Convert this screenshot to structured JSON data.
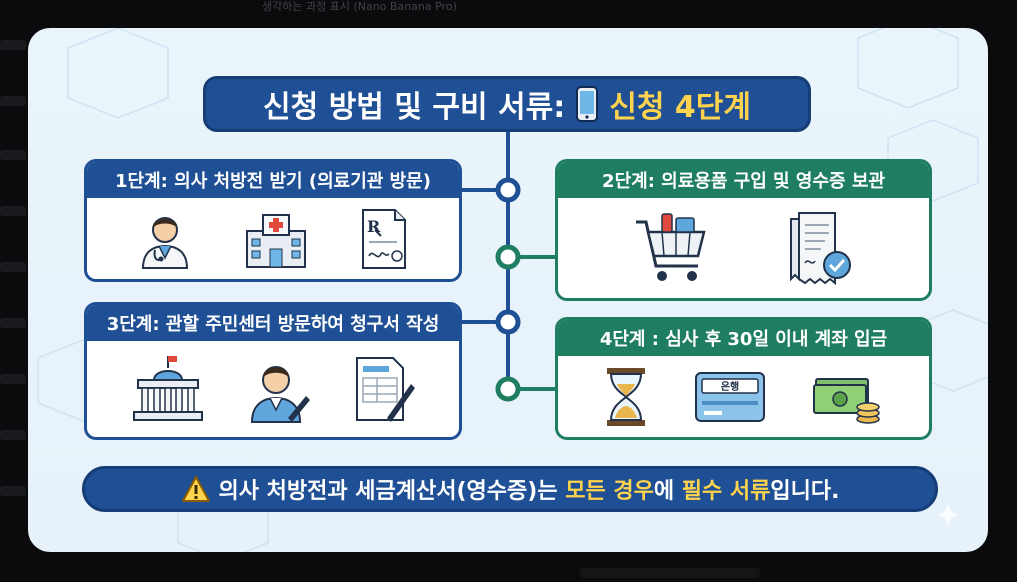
{
  "background": {
    "top_title": "생각하는 과정 표시 (Nano Banana Pro)"
  },
  "title": {
    "main": "신청 방법 및 구비 서류:",
    "accent": "신청 4단계",
    "icon": "smartphone-icon"
  },
  "steps": [
    {
      "label": "1단계: 의사 처방전 받기 (의료기관 방문)",
      "icons": [
        "doctor-icon",
        "hospital-icon",
        "prescription-icon"
      ],
      "color": "#1f4f94"
    },
    {
      "label": "2단계: 의료용품 구입 및 영수증 보관",
      "icons": [
        "shopping-cart-icon",
        "receipt-check-icon"
      ],
      "color": "#1f7e62"
    },
    {
      "label": "3단계: 관할 주민센터 방문하여 청구서 작성",
      "icons": [
        "government-building-icon",
        "official-writing-icon",
        "form-document-icon"
      ],
      "color": "#1f4f94"
    },
    {
      "label": "4단계 : 심사 후 30일 이내 계좌 입금",
      "icons": [
        "hourglass-icon",
        "bank-card-icon",
        "cash-coins-icon"
      ],
      "color": "#1f7e62",
      "bank_text": "은행"
    }
  ],
  "notice": {
    "icon": "warning-icon",
    "part1": "의사 처방전과 세금계산서(영수증)는 ",
    "highlight1": "모든 경우",
    "part2": "에 ",
    "highlight2": "필수 서류",
    "part3": "입니다."
  },
  "colors": {
    "navy": "#1f4f94",
    "green": "#1f7e62",
    "accent_yellow": "#ffd34d"
  }
}
